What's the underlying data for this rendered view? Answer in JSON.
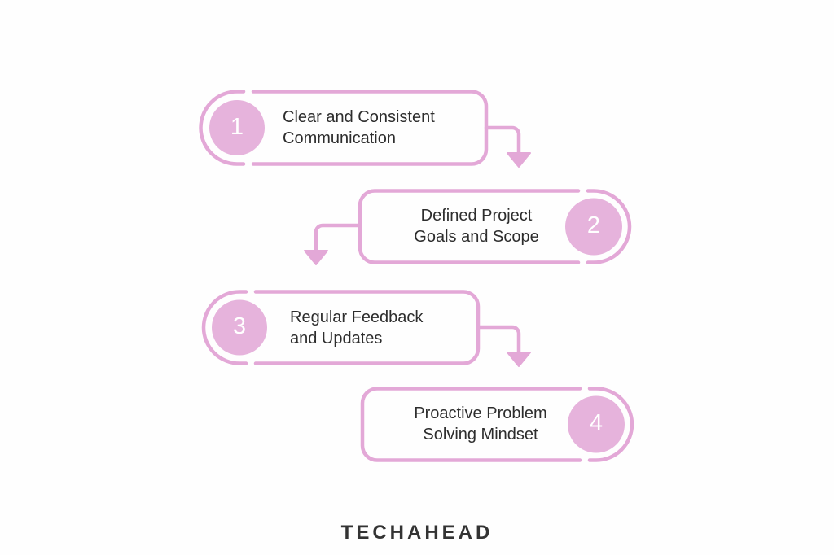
{
  "colors": {
    "stroke": "#E3A8D7",
    "circle_fill": "#E6B3DC",
    "text": "#2D2D2D",
    "number": "#FFFFFF",
    "logo": "#333333",
    "background": "#FEFEFE"
  },
  "steps": [
    {
      "number": "1",
      "line1": "Clear and Consistent",
      "line2": "Communication",
      "circle_side": "left"
    },
    {
      "number": "2",
      "line1": "Defined Project",
      "line2": "Goals and Scope",
      "circle_side": "right"
    },
    {
      "number": "3",
      "line1": "Regular Feedback",
      "line2": "and Updates",
      "circle_side": "left"
    },
    {
      "number": "4",
      "line1": "Proactive Problem",
      "line2": "Solving Mindset",
      "circle_side": "right"
    }
  ],
  "footer": {
    "brand": "TECHAHEAD"
  }
}
